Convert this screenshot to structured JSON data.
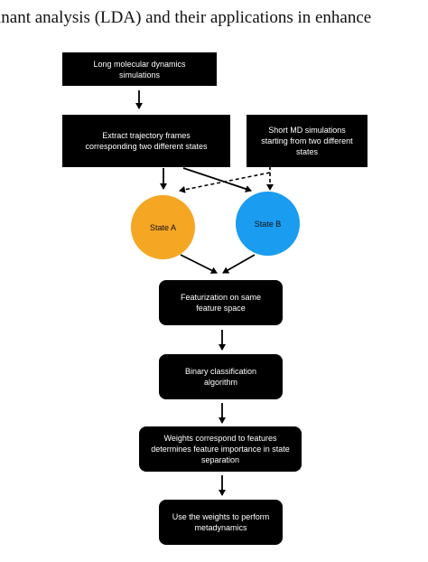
{
  "heading": "inant analysis (LDA) and their applications in enhance",
  "nodes": {
    "long_md": "Long molecular dynamics\nsimulations",
    "extract_frames": "Extract trajectory frames\ncorresponding two different states",
    "short_md": "Short MD simulations\nstarting from two different\nstates",
    "state_a": "State A",
    "state_b": "State B",
    "featurization": "Featurization on same\nfeature space",
    "binary_classification": "Binary classification\nalgorithm",
    "weights_features": "Weights correspond to features\ndetermines feature importance in state\nseparation",
    "metadynamics": "Use the weights to perform\nmetadynamics"
  },
  "colors": {
    "box": "#000000",
    "box_text": "#ffffff",
    "state_a": "#f5a623",
    "state_b": "#1a9cf0",
    "arrow": "#000000"
  }
}
